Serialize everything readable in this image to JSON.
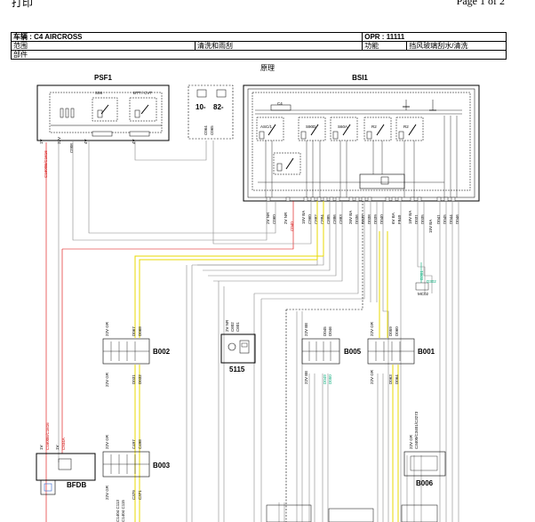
{
  "header": {
    "print_label": "打印",
    "page_label": "Page 1 of 2"
  },
  "info": {
    "vehicle": "车辆 : C4 AIRCROSS",
    "opr": "OPR : 11111",
    "scope_label": "范围",
    "scope_value": "清洗和雨刮",
    "function_label": "功能",
    "function_value": "挡风玻璃刮水/清洗",
    "part_label": "部件"
  },
  "subtitle": "原理",
  "components": {
    "psf1": "PSF1",
    "bsi1": "BSI1",
    "c1": "10-",
    "c2": "82-",
    "b002": "B002",
    "b003": "B003",
    "b005": "B005",
    "b001": "B001",
    "b006": "B006",
    "bfdb": "BFDB",
    "c5115": "5115"
  },
  "labels": {
    "psf1_pins": [
      "1V",
      "32V",
      "4V",
      "4V"
    ],
    "psf1_wires": [
      "C1600E/C1616",
      "C008"
    ],
    "psf1_relays": [
      "S06",
      "BTT / CVT"
    ],
    "bsi1_relays": [
      "ASC/1",
      "C4",
      "S90D",
      "S60A",
      "R2",
      "R2"
    ],
    "bsi1_pins": [
      "2V NR",
      "2V NR",
      "15V BA",
      "26V BA",
      "6V BA",
      "18V BA",
      "15V BA"
    ],
    "bsi1_wires": [
      "C060",
      "C040",
      "C960",
      "C882",
      "C884",
      "C885",
      "C886",
      "C883",
      "D036",
      "D037",
      "D038",
      "D039",
      "D040",
      "F840",
      "D031",
      "D035",
      "D041",
      "D045",
      "D044",
      "D046"
    ],
    "b002_pins": [
      "22V GR",
      "22V GR"
    ],
    "b002_wires": [
      "D067",
      "D068",
      "D031",
      "D032"
    ],
    "b003_pins": [
      "22V GR",
      "22V GR"
    ],
    "b003_wires": [
      "C497",
      "C498",
      "C379",
      "C371"
    ],
    "b003_bottom": [
      "C1404 C113",
      "C1404 C115"
    ],
    "b005_pins": [
      "22V BE",
      "22V BE"
    ],
    "b005_wires": [
      "D045",
      "D046",
      "D049",
      "D050"
    ],
    "b001_pins": [
      "22V GR",
      "22V GR"
    ],
    "b001_wires": [
      "D059",
      "D060",
      "D063",
      "D064"
    ],
    "b006_pins": [
      "22V GR"
    ],
    "b006_wires": [
      "C3400/C3401/C3273"
    ],
    "c5115_pins": [
      "2V NR"
    ],
    "c5115_wires": [
      "C602",
      "C601"
    ],
    "bfdb_pins": [
      "1V",
      "1V"
    ],
    "bfdb_wires": [
      "C1600E/C1616",
      "C934A"
    ],
    "mid_wires": [
      "D301",
      "D302",
      "MC02"
    ]
  }
}
